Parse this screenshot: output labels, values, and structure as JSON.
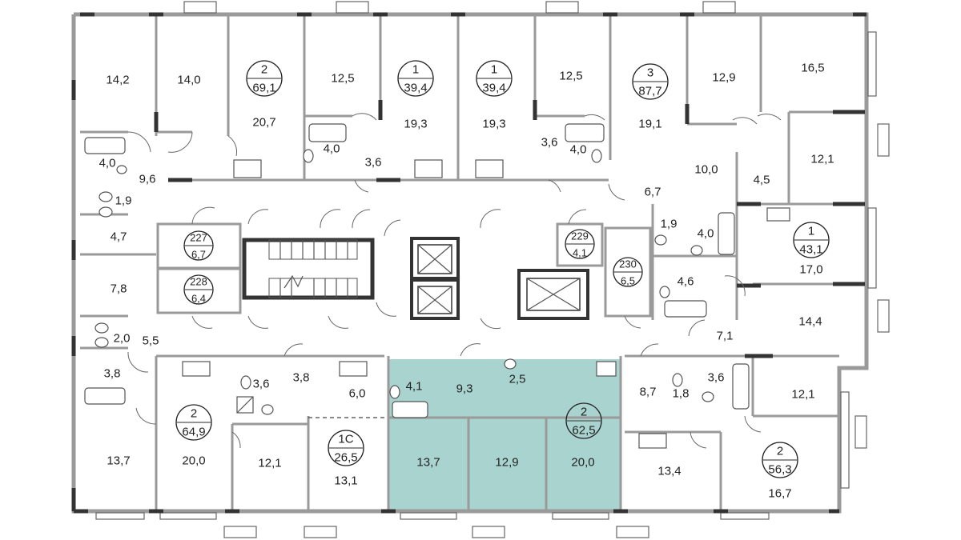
{
  "colors": {
    "highlight": "#a9d3cf",
    "wall": "#9a9a9a",
    "dark_wall": "#333333"
  },
  "apartments": [
    {
      "id": "apt-2-69",
      "rooms": "2",
      "area": "69,1"
    },
    {
      "id": "apt-1-39a",
      "rooms": "1",
      "area": "39,4"
    },
    {
      "id": "apt-1-39b",
      "rooms": "1",
      "area": "39,4"
    },
    {
      "id": "apt-3-87",
      "rooms": "3",
      "area": "87,7"
    },
    {
      "id": "apt-1-43",
      "rooms": "1",
      "area": "43,1"
    },
    {
      "id": "apt-2-64",
      "rooms": "2",
      "area": "64,9"
    },
    {
      "id": "apt-1c-26",
      "rooms": "1С",
      "area": "26,5"
    },
    {
      "id": "apt-2-62",
      "rooms": "2",
      "area": "62,5",
      "highlighted": true
    },
    {
      "id": "apt-2-56",
      "rooms": "2",
      "area": "56,3"
    }
  ],
  "storerooms": [
    {
      "id": "store-227",
      "number": "227",
      "area": "6,7"
    },
    {
      "id": "store-228",
      "number": "228",
      "area": "6,4"
    },
    {
      "id": "store-229",
      "number": "229",
      "area": "4,1"
    },
    {
      "id": "store-230",
      "number": "230",
      "area": "6,5"
    }
  ],
  "room_areas": [
    "14,2",
    "14,0",
    "20,7",
    "12,5",
    "19,3",
    "19,3",
    "12,5",
    "19,1",
    "12,9",
    "16,5",
    "4,0",
    "9,6",
    "1,9",
    "4,0",
    "3,6",
    "3,6",
    "4,0",
    "10,0",
    "12,1",
    "4,5",
    "6,7",
    "4,7",
    "1,9",
    "4,0",
    "7,8",
    "17,0",
    "4,6",
    "2,0",
    "5,5",
    "14,4",
    "7,1",
    "3,8",
    "3,6",
    "3,8",
    "6,0",
    "4,1",
    "9,3",
    "2,5",
    "8,7",
    "1,8",
    "3,6",
    "12,1",
    "13,7",
    "20,0",
    "12,1",
    "13,1",
    "13,7",
    "12,9",
    "20,0",
    "13,4",
    "16,7"
  ]
}
